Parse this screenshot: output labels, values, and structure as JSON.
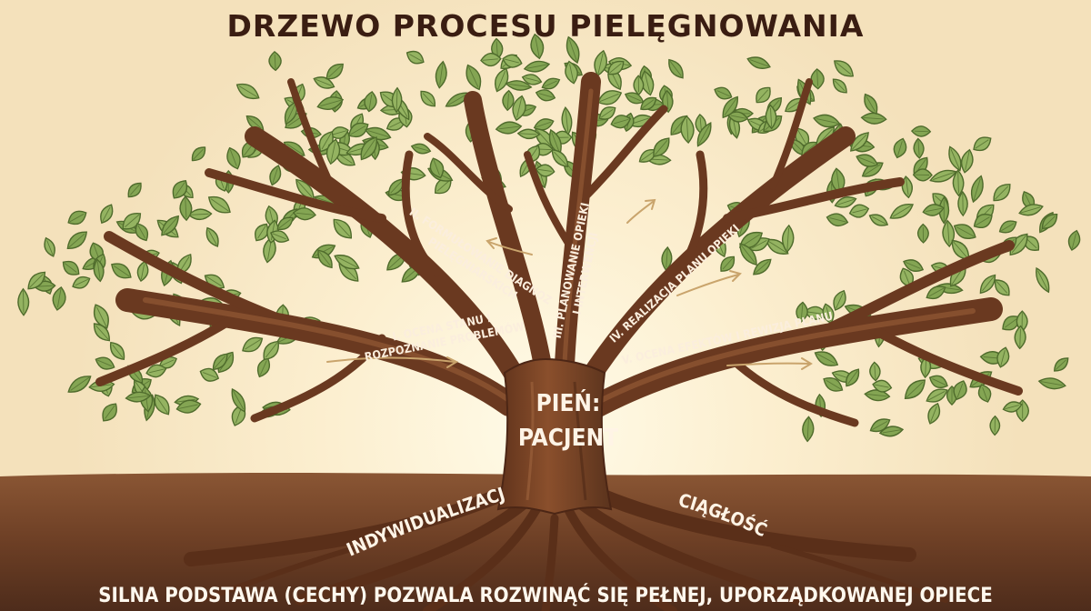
{
  "title": "DRZEWO PROCESU PIELĘGNOWANIA",
  "branches": [
    {
      "lines": [
        "I. OCENA STANU I",
        "ROZPOZNANIE PROBLEMÓW"
      ]
    },
    {
      "lines": [
        "II. FORMUŁOWANIE DIAGNOZ",
        "PIELĘGNIARSKICH"
      ]
    },
    {
      "lines": [
        "III. PLANOWANIE OPIEKI",
        "I INTERWENCJI"
      ]
    },
    {
      "lines": [
        "IV. REALIZACJA PLANU OPIEKI"
      ]
    },
    {
      "lines": [
        "V. OCENA EFEKTÓW I REWIZJA PLANU"
      ]
    }
  ],
  "trunk": {
    "lines": [
      "PIEŃ:",
      "PACJENT"
    ]
  },
  "roots": {
    "left": "INDYWIDUALIZACJA",
    "right": "CIĄGŁOŚĆ"
  },
  "footer": "SILNA PODSTAWA (CECHY) POZWALA ROZWINĄĆ SIĘ PEŁNEJ, UPORZĄDKOWANEJ OPIECE",
  "colors": {
    "background": "#fbf3df",
    "glow": "#fff6d6",
    "soil": "#7a4a2e",
    "soil_dark": "#4e2c1b",
    "bark": "#7b4527",
    "bark_dark": "#4c2615",
    "leaf": "#8fae5c",
    "leaf_light": "#a7c275",
    "leaf_edge": "#4f6b2c",
    "arrow": "#c9a46c",
    "title": "#3a1d12"
  }
}
